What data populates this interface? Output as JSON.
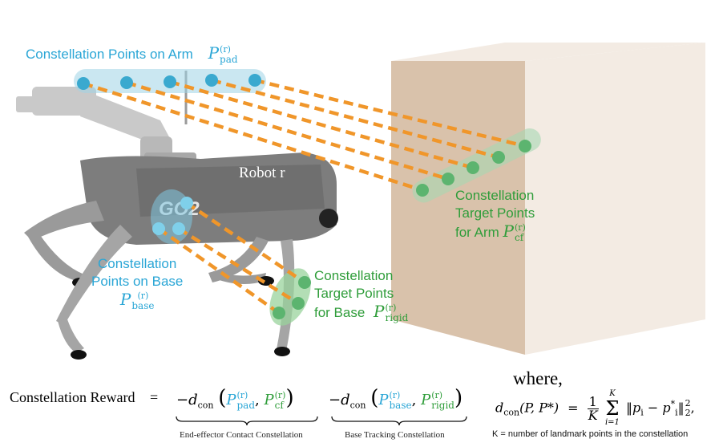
{
  "labels": {
    "arm_points": "Constellation Points on Arm",
    "arm_points_sym": "P",
    "arm_points_sup": "(r)",
    "arm_points_sub": "pad",
    "arm_target_l1": "Constellation",
    "arm_target_l2": "Target Points",
    "arm_target_l3": "for Arm",
    "arm_target_sym": "P",
    "arm_target_sup": "(r)",
    "arm_target_sub": "cf",
    "base_points_l1": "Constellation",
    "base_points_l2": "Points on Base",
    "base_points_sym": "P",
    "base_points_sup": "(r)",
    "base_points_sub": "base",
    "base_target_l1": "Constellation",
    "base_target_l2": "Target Points",
    "base_target_l3": "for Base",
    "base_target_sym": "P",
    "base_target_sup": "(r)",
    "base_target_sub": "rigid",
    "robot_name": "Robot r",
    "robot_model": "GO2"
  },
  "formula": {
    "reward_label": "Constellation Reward",
    "equals": "=",
    "term1_prefix": "−d",
    "term1_sub": "con",
    "term1_arg1": "P",
    "term1_arg1_sup": "(r)",
    "term1_arg1_sub": "pad",
    "term1_arg2": "P",
    "term1_arg2_sup": "(r)",
    "term1_arg2_sub": "cf",
    "term1_caption": "End-effector Contact Constellation",
    "term2_prefix": "−d",
    "term2_sub": "con",
    "term2_arg1": "P",
    "term2_arg1_sup": "(r)",
    "term2_arg1_sub": "base",
    "term2_arg2": "P",
    "term2_arg2_sup": "(r)",
    "term2_arg2_sub": "rigid",
    "term2_caption": "Base Tracking Constellation",
    "where": "where,",
    "dcon_lhs": "d",
    "dcon_lhs_sub": "con",
    "dcon_args": "(P, P*)",
    "dcon_eq": "=",
    "frac_num": "1",
    "frac_den": "K",
    "sum_top": "K",
    "sum_bottom": "i=1",
    "dcon_body": "‖p",
    "dcon_body2": "− p",
    "dcon_tail": "‖",
    "dcon_norm_sup": "2",
    "dcon_norm_sub": "2",
    "dcon_end": ",",
    "k_note": "K = number of landmark points in the constellation"
  },
  "colors": {
    "source_blue": "#2aa6d6",
    "target_green": "#2f9d3a",
    "link_orange": "#f0962a",
    "box_face": "#e8d8c8"
  }
}
